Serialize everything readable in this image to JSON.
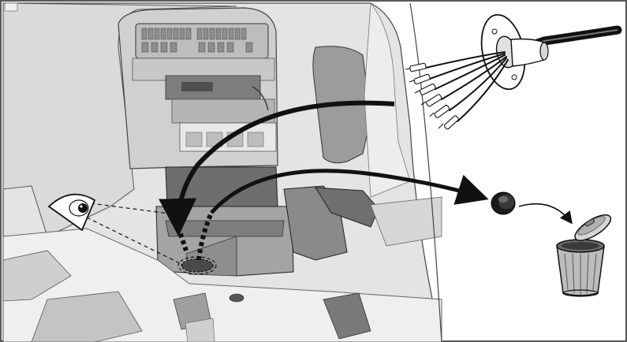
{
  "figure": {
    "type": "installation-instruction-illustration",
    "colors": {
      "background": "#ffffff",
      "panel_light": "#e6e6e6",
      "panel_mid": "#cfcfcf",
      "panel_dark": "#9a9a9a",
      "outline": "#1a1a1a",
      "arrow": "#111111"
    },
    "scene": {
      "view": "vehicle-interior-fuse-box-area",
      "callouts": [
        {
          "id": "eye-view-indicator",
          "icon": "eye-icon"
        },
        {
          "id": "grommet-hole",
          "icon": "dashed-ellipse"
        }
      ]
    },
    "parts": [
      {
        "id": "wiring-harness",
        "icon": "cable-with-grommet-and-connectors",
        "connector_count": 6
      },
      {
        "id": "rubber-plug",
        "icon": "round-plug-icon"
      },
      {
        "id": "waste-bin",
        "icon": "trash-can-icon"
      }
    ],
    "steps": [
      {
        "id": "route-harness",
        "from": "wiring-harness",
        "to": "grommet-hole",
        "style": "curved-arrow"
      },
      {
        "id": "remove-plug",
        "from": "grommet-hole",
        "to": "rubber-plug",
        "style": "curved-arrow"
      },
      {
        "id": "discard-plug",
        "from": "rubber-plug",
        "to": "waste-bin",
        "style": "thin-curved-arrow"
      }
    ]
  }
}
